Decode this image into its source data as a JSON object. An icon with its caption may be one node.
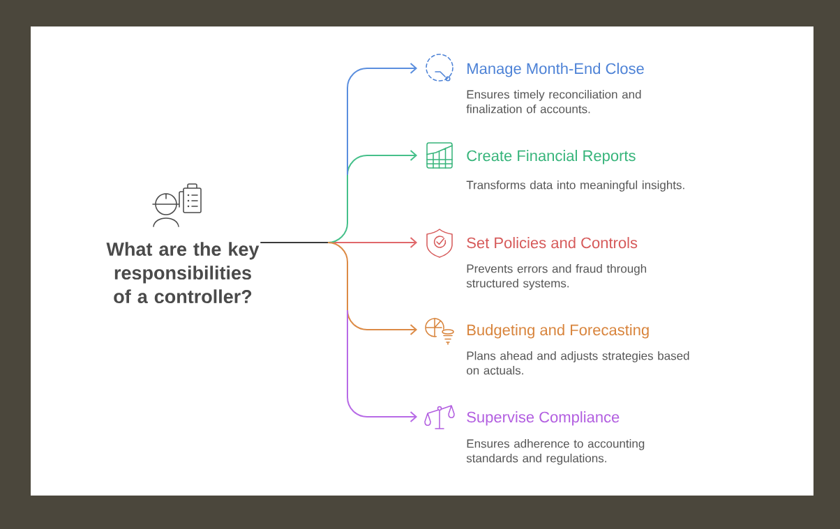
{
  "diagram": {
    "nodes": [
      {
        "text": [
          "What are the key responsibilities of a controller?"
        ]
      },
      {
        "text": [
          "Manage Month-End Close",
          "Ensures timely reconciliation and finalization of accounts."
        ]
      },
      {
        "text": [
          "Create Financial Reports",
          "Transforms data into meaningful insights."
        ]
      },
      {
        "text": [
          "Set Policies and Controls",
          "Prevents errors and fraud through structured systems."
        ]
      },
      {
        "text": [
          "Budgeting and Forecasting",
          "Plans ahead and adjusts strategies based on actuals."
        ]
      },
      {
        "text": [
          "Supervise Compliance",
          "Ensures adherence to accounting standards and regulations."
        ]
      }
    ],
    "edges": [
      {
        "from": 0,
        "to": 1,
        "arrow": "to",
        "color": "#5a8ede"
      },
      {
        "from": 0,
        "to": 2,
        "arrow": "to",
        "color": "#45c08a"
      },
      {
        "from": 0,
        "to": 3,
        "arrow": "to",
        "color": "#e0676a"
      },
      {
        "from": 0,
        "to": 4,
        "arrow": "to",
        "color": "#dc8a45"
      },
      {
        "from": 0,
        "to": 5,
        "arrow": "to",
        "color": "#b76ae6"
      }
    ]
  }
}
